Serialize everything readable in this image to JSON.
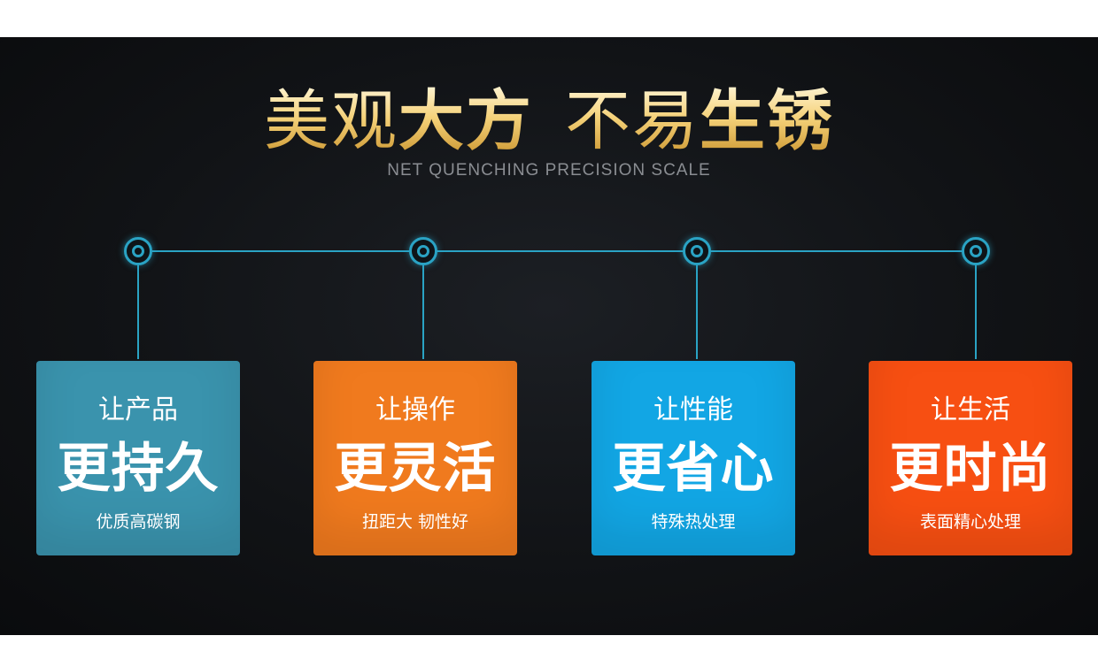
{
  "headline": {
    "part1_light": "美观",
    "part1_bold": "大方",
    "part2_light": "不易",
    "part2_bold": "生锈"
  },
  "subtitle": "NET QUENCHING PRECISION SCALE",
  "colors": {
    "background": "#111316",
    "timeline": "#2aa3c4",
    "gold": "#f2c45a"
  },
  "cards": [
    {
      "line1": "让产品",
      "line2": "更持久",
      "line3": "优质高碳钢",
      "color": "#3a93ad"
    },
    {
      "line1": "让操作",
      "line2": "更灵活",
      "line3": "扭距大 韧性好",
      "color": "#f07a1e"
    },
    {
      "line1": "让性能",
      "line2": "更省心",
      "line3": "特殊热处理",
      "color": "#12a6e4"
    },
    {
      "line1": "让生活",
      "line2": "更时尚",
      "line3": "表面精心处理",
      "color": "#f74f12"
    }
  ]
}
